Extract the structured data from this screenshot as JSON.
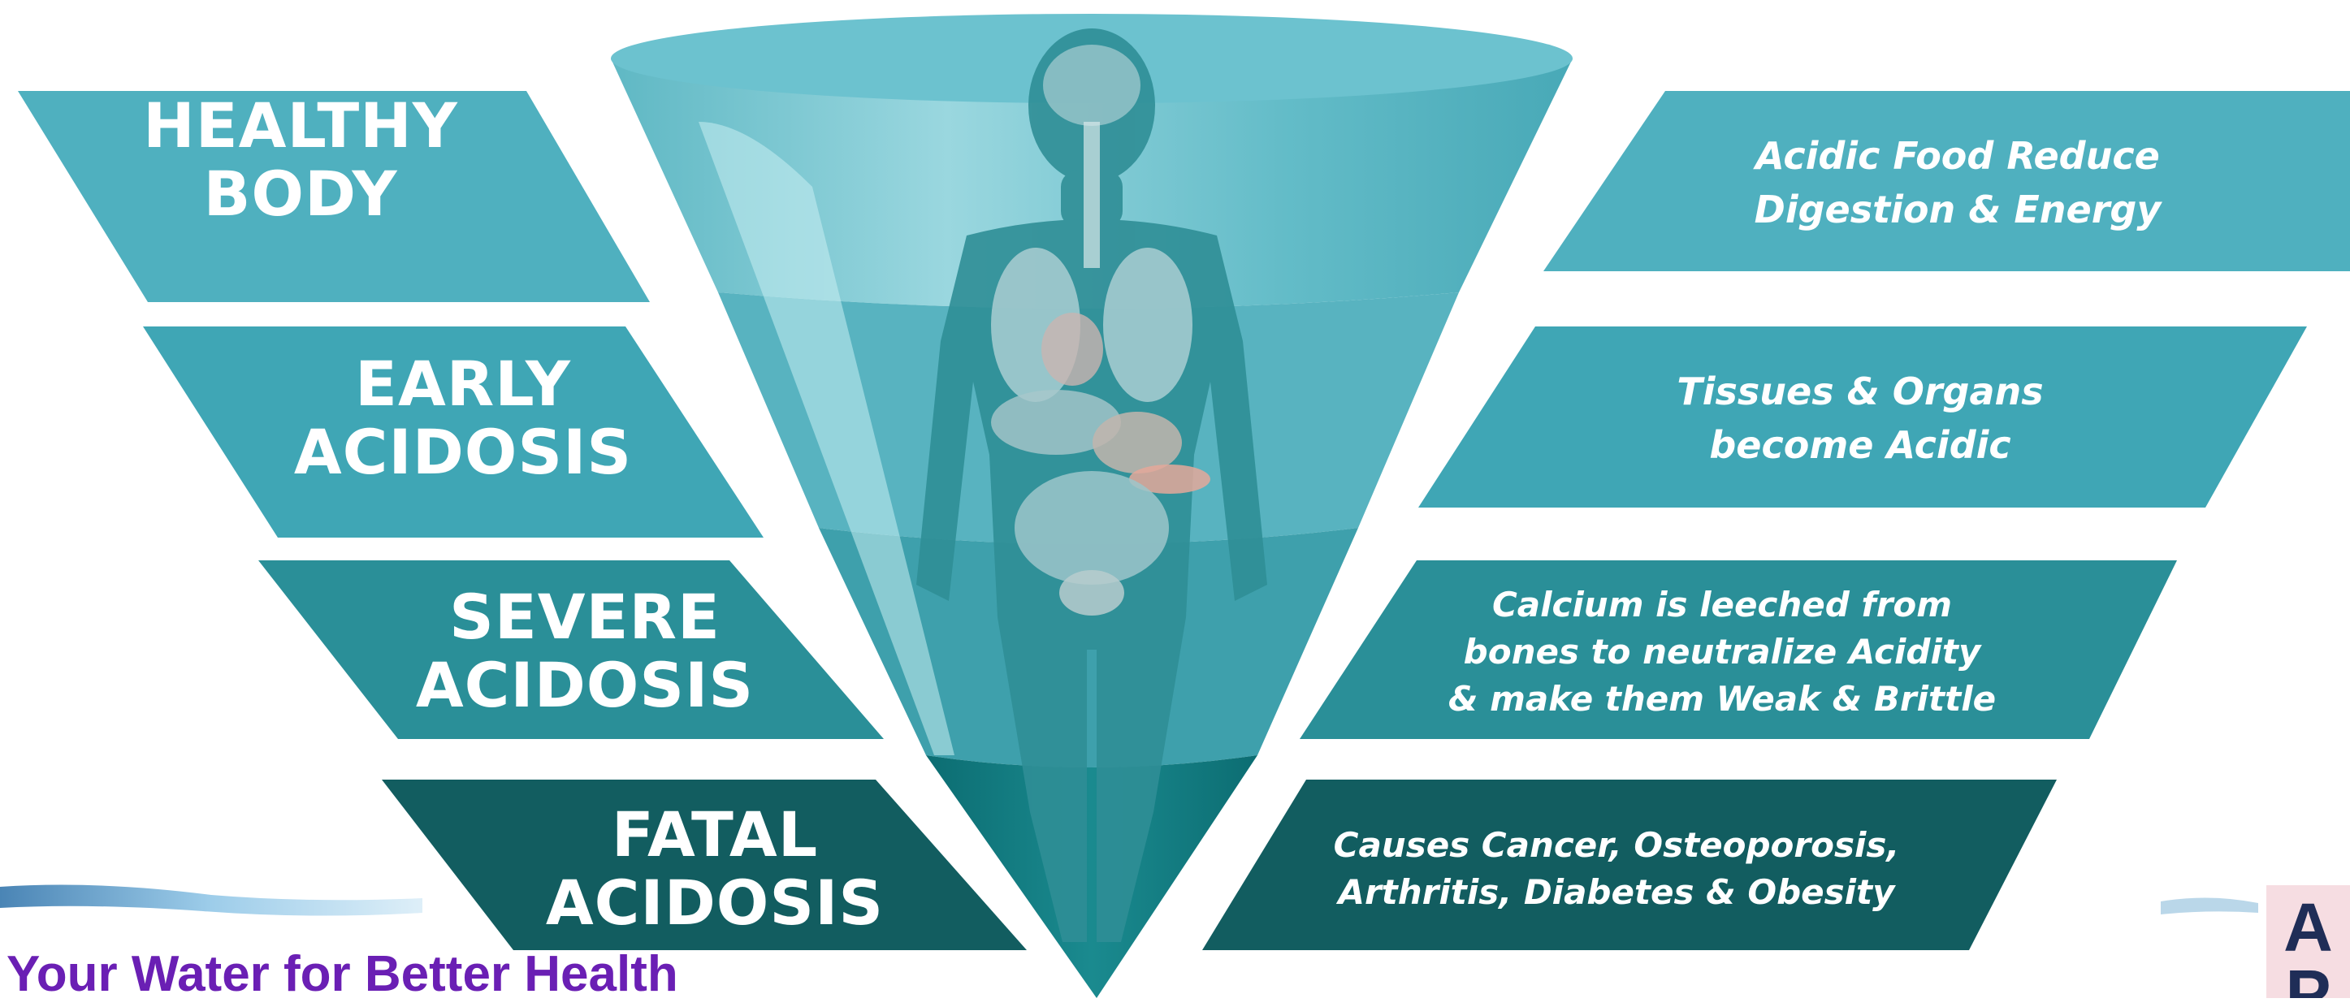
{
  "stages": [
    {
      "label": "HEALTHY\nBODY",
      "description": "Acidic Food Reduce\nDigestion & Energy",
      "color": "#4fb0bf"
    },
    {
      "label": "EARLY\nACIDOSIS",
      "description": "Tissues & Organs\nbecome  Acidic",
      "color": "#3fa6b5"
    },
    {
      "label": "SEVERE\nACIDOSIS",
      "description": "Calcium is leeched from\nbones to neutralize Acidity\n& make them Weak & Brittle",
      "color": "#2a8f98"
    },
    {
      "label": "FATAL\nACIDOSIS",
      "description": "Causes Cancer, Osteoporosis,\nArthritis, Diabetes & Obesity",
      "color": "#125d60"
    }
  ],
  "tagline": "Your Water for Better Health",
  "logo": {
    "letters": [
      "A",
      "P"
    ],
    "background": "#f6dde2",
    "text_color": "#1f2d57"
  },
  "accent_colors": {
    "cone_light": "#7ccad5",
    "cone_dark": "#0f7b80",
    "tagline": "#6a1fb4"
  }
}
